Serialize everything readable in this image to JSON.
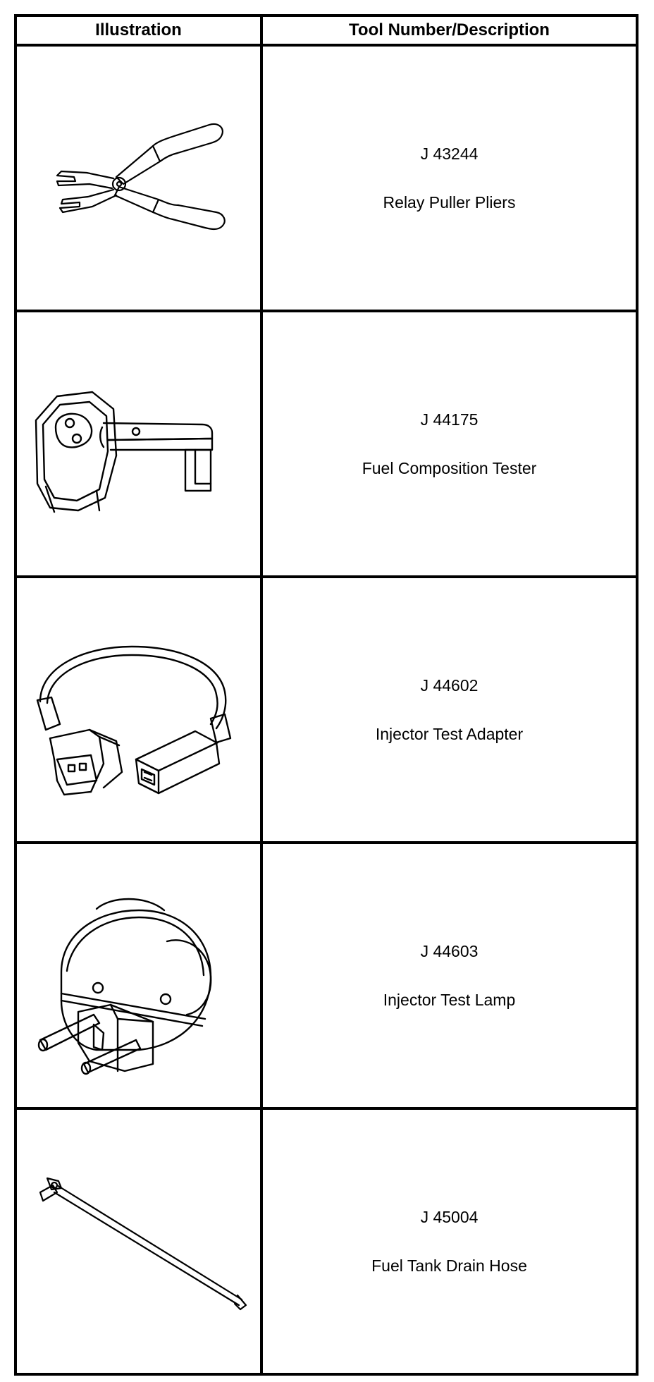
{
  "headers": {
    "illustration": "Illustration",
    "tool_description": "Tool Number/Description"
  },
  "tools": [
    {
      "number": "J 43244",
      "description": "Relay Puller Pliers",
      "icon": "relay-puller-pliers-icon"
    },
    {
      "number": "J 44175",
      "description": "Fuel Composition Tester",
      "icon": "fuel-composition-tester-icon"
    },
    {
      "number": "J 44602",
      "description": "Injector Test Adapter",
      "icon": "injector-test-adapter-icon"
    },
    {
      "number": "J 44603",
      "description": "Injector Test Lamp",
      "icon": "injector-test-lamp-icon"
    },
    {
      "number": "J 45004",
      "description": "Fuel Tank Drain Hose",
      "icon": "fuel-tank-drain-hose-icon"
    }
  ]
}
